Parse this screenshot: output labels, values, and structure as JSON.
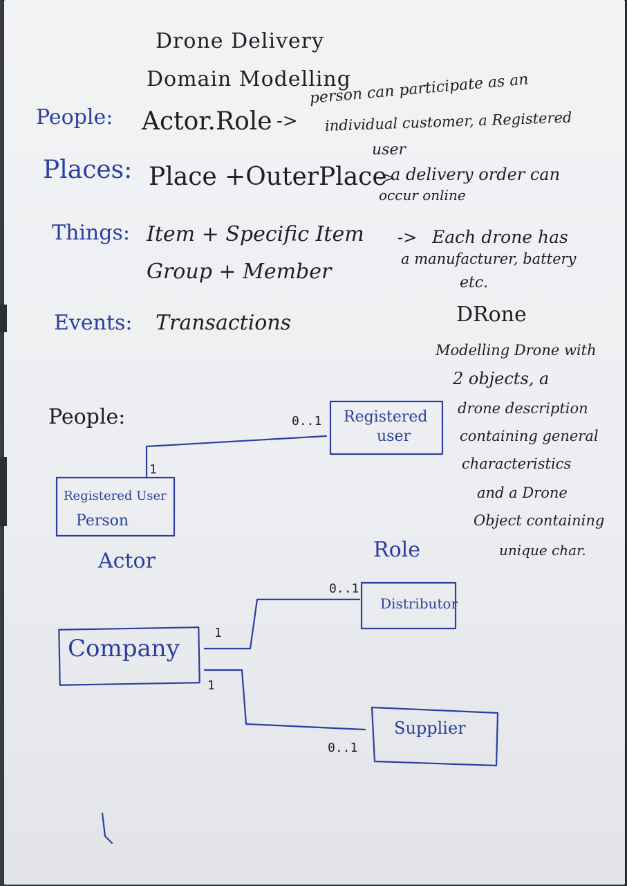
{
  "title": {
    "line1": "Drone Delivery",
    "line2": "Domain Modelling"
  },
  "categories": {
    "people": {
      "label": "People:",
      "content": "Actor.Role",
      "arrow": "->",
      "note_lines": [
        "person can participate as an",
        "individual customer, a Registered",
        "user"
      ]
    },
    "places": {
      "label": "Places:",
      "content": "Place +OuterPlace",
      "arrow": "->",
      "note_lines": [
        "a delivery order can",
        "occur online"
      ]
    },
    "things": {
      "label": "Things:",
      "content_line1": "Item + Specific Item",
      "content_line2": "Group + Member",
      "arrow": "->",
      "note_lines": [
        "Each drone has",
        "a manufacturer, battery",
        "etc."
      ]
    },
    "events": {
      "label": "Events:",
      "content": "Transactions"
    }
  },
  "drone_note": {
    "heading": "DRone",
    "lines": [
      "Modelling Drone with",
      "2 objects, a",
      "drone description",
      "containing general",
      "characteristics",
      "and a Drone",
      "Object containing",
      "unique char."
    ]
  },
  "people_diagram": {
    "heading": "People:",
    "actor_box": {
      "line1": "Registered User",
      "line2": "Person"
    },
    "actor_label": "Actor",
    "actor_mult": "1",
    "role_box": {
      "line1": "Registered",
      "line2": "user"
    },
    "role_mult": "0..1",
    "role_label": "Role",
    "company_box": "Company",
    "company_mult_top": "1",
    "company_mult_bottom": "1",
    "distributor_box": "Distributor",
    "distributor_mult": "0..1",
    "supplier_box": "Supplier",
    "supplier_mult": "0..1"
  },
  "colors": {
    "black_ink": "#1d1f22",
    "blue_ink": "#2a3f9e",
    "paper": "#eceef1"
  }
}
